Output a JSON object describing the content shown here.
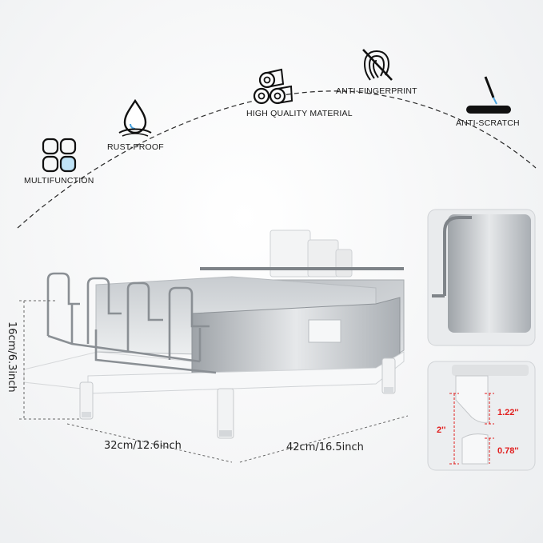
{
  "features": [
    {
      "id": "multifunction",
      "label": "MULTIFUNCTION",
      "icon": "four-squares-icon"
    },
    {
      "id": "rust-proof",
      "label": "RUST-PROOF",
      "icon": "water-drop-icon"
    },
    {
      "id": "high-quality",
      "label": "HIGH QUALITY MATERIAL",
      "icon": "material-rolls-icon"
    },
    {
      "id": "anti-fingerprint",
      "label": "ANTI-FINGERPRINT",
      "icon": "no-fingerprint-icon"
    },
    {
      "id": "anti-scratch",
      "label": "ANTI-SCRATCH",
      "icon": "scratch-knife-icon"
    }
  ],
  "dimensions": {
    "height": "16cm/6.3inch",
    "width": "32cm/12.6inch",
    "length": "42cm/16.5inch"
  },
  "leg_detail": {
    "total": "2''",
    "upper": "1.22''",
    "lower": "0.78''"
  },
  "colors": {
    "accent_red": "#e11d1d",
    "text": "#1a1a1a",
    "icon_blue": "#4aa3df"
  }
}
